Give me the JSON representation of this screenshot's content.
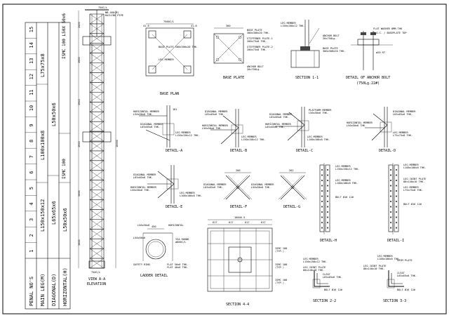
{
  "table": {
    "row_headers": [
      "PENAL NO'S",
      "MAIN LEG(M)",
      "DIAGONAL(D)",
      "HORIZONTAL(H)"
    ],
    "panel_numbers": [
      "1",
      "2",
      "3",
      "4",
      "5",
      "6",
      "7",
      "8",
      "9",
      "10",
      "11",
      "12",
      "13",
      "14",
      "15"
    ],
    "main_leg_lower": "L150x150x12",
    "main_leg_mid": "L100x100x8",
    "main_leg_upper": "L75x75x8",
    "diagonal_lower": "L65x65x6",
    "diagonal_upper": "L50x50x6",
    "horizontal_lower": "L50x50x6",
    "horizontal_mid": "ISMC 100",
    "horizontal_upper": "ISMC 100 L50X 50x6"
  },
  "elevation": {
    "top_labels": [
      "750C/L",
      "NB-400(M)",
      "RAILING PIPE"
    ],
    "bottom_label": "750C/L",
    "dims": [
      "3000",
      "5000",
      "3950",
      "3950",
      "3900",
      "2450",
      "16000"
    ],
    "caption": "VIEW A-A",
    "subcaption": "ELEVATION"
  },
  "base_plan": {
    "dims": [
      "7500C/L",
      "41.6",
      "41.6",
      "500"
    ],
    "labels": [
      "BASE PLATE 500x500x20 THK.",
      "LEG MEMBER",
      "BASE PLATE 300x300x20 THK."
    ],
    "caption": "BASE PLAN"
  },
  "base_plate": {
    "dims": [
      "300",
      "100",
      "50"
    ],
    "labels": [
      "BASE PLATE",
      "300x300x20 THK.",
      "STIFFENER PLATE-1",
      "200x75x8 THK.",
      "STIFFENER PLATE-2",
      "200x75x8 THK.",
      "ANCHOR BOLT",
      "20x750Lg."
    ],
    "caption": "BASE PLATE"
  },
  "section_1_1": {
    "labels": [
      "LEG MEMBER",
      "L150x150x12 THK.",
      "ANCHOR BOLT",
      "20x750Lg.",
      "BASE PLATE",
      "300x300x20 THK."
    ],
    "caption": "SECTION 1-1"
  },
  "anchor_bolt": {
    "labels": [
      "FLAT WASHER 8MM THK",
      "T.O.C. / BASEPLATE TOP",
      "ø20 RT"
    ],
    "caption": "DETAIL OF ANCHOR BOLT",
    "subcaption": "(750Lg.22#)"
  },
  "detail_a": {
    "labels": [
      "HORIZONTAL MEMBER",
      "L50x50x6 THK.",
      "DIAGONAL MEMBER",
      "L65x65x6 THK.",
      "LEG MEMBER",
      "L150x150x12 THK."
    ],
    "dims": [
      "181"
    ],
    "caption": "DETAIL-A"
  },
  "detail_b": {
    "labels": [
      "DIAGONAL MEMBER",
      "L65x65x6 THK.",
      "HORIZONTAL MEMBER",
      "L50x50x6 THK.",
      "LEG MEMBER",
      "L150x150x12 THK."
    ],
    "caption": "DETAIL-B"
  },
  "detail_c": {
    "labels": [
      "PLATFORM MEMBER",
      "L50x50x6 THK.",
      "DIAGONAL MEMBER",
      "L65x65x6 THK.",
      "HORIZONTAL MEMBER",
      "L65x65x6 THK.",
      "LEG MEMBER",
      "L100x100x8 THK."
    ],
    "caption": "DETAIL-C"
  },
  "detail_d": {
    "labels": [
      "DIAGONAL MEMBER",
      "L65x65x6 THK.",
      "HORIZONTAL MEMBER",
      "L50x50x6 THK.",
      "LEG MEMBER",
      "L75x75x8 THK."
    ],
    "caption": "DETAIL-D"
  },
  "detail_e": {
    "labels": [
      "DIAGONAL MEMBER",
      "L65x65x6 THK.",
      "HORIZONTAL MEMBER",
      "L50x50x6 THK.",
      "LEG MEMBER",
      "L100x100x8 THK."
    ],
    "caption": "DETAIL-E"
  },
  "detail_f": {
    "labels": [
      "DIAGONAL MEMBER",
      "L65x65x6 THK."
    ],
    "dims": [
      "206"
    ],
    "caption": "DETAIL-F"
  },
  "detail_g": {
    "labels": [
      "DIAGONAL MEMBER",
      "L50x50x6 THK."
    ],
    "dims": [
      "262"
    ],
    "caption": "DETAIL-G"
  },
  "detail_h": {
    "labels": [
      "LEG MEMBER",
      "L150x150x12 THK.",
      "LEG MEMBER",
      "L100x100x8 THK.",
      "BOLT Ø16 12#"
    ],
    "caption": "DETAIL-H"
  },
  "detail_i": {
    "labels": [
      "LEG MEMBER",
      "L100x100x8 THK.",
      "LEG JOINT PLATE",
      "80x140x10 THK.",
      "LEG MEMBER",
      "L75x75x8 THK.",
      "BOLT Ø16 12#"
    ],
    "caption": "DETAIL-I"
  },
  "ladder": {
    "labels": [
      "L50x50x6",
      "HORIZONTAL",
      "ISA ROUND",
      "ø800C/L",
      "L50x50x6",
      "SAFETY RING",
      "FLAT 50x6 THK.",
      "FLAT 40x6 THK."
    ],
    "dims": [
      "450"
    ],
    "caption": "LADDER DETAIL"
  },
  "section_4_4": {
    "dims": [
      "16846.5",
      "617",
      "617",
      "617",
      "617"
    ],
    "labels": [
      "ISMC 100",
      "(TYP.)",
      "ISMC 100",
      "(TYP.)",
      "ISMC 100",
      "(TYP.)"
    ],
    "caption": "SECTION 4-4"
  },
  "section_2_2": {
    "labels": [
      "LEG MEMBER",
      "L150x150x12 THK.",
      "LEG JOINT PLATE",
      "80x140x10 THK.",
      "CLEAT",
      "L65x65x6 THK.",
      "BOLT Ø16 12#"
    ],
    "caption": "SECTION 2-2"
  },
  "section_3_3": {
    "labels": [
      "LEG MEMBER",
      "L100x100x8 THK.",
      "SHIM PLATE",
      "LEG JOINT PLATE",
      "80x140x10 THK.",
      "CLEAT",
      "L65x65x6 THK.",
      "BOLT Ø16 12#"
    ],
    "caption": "SECTION 3-3"
  }
}
